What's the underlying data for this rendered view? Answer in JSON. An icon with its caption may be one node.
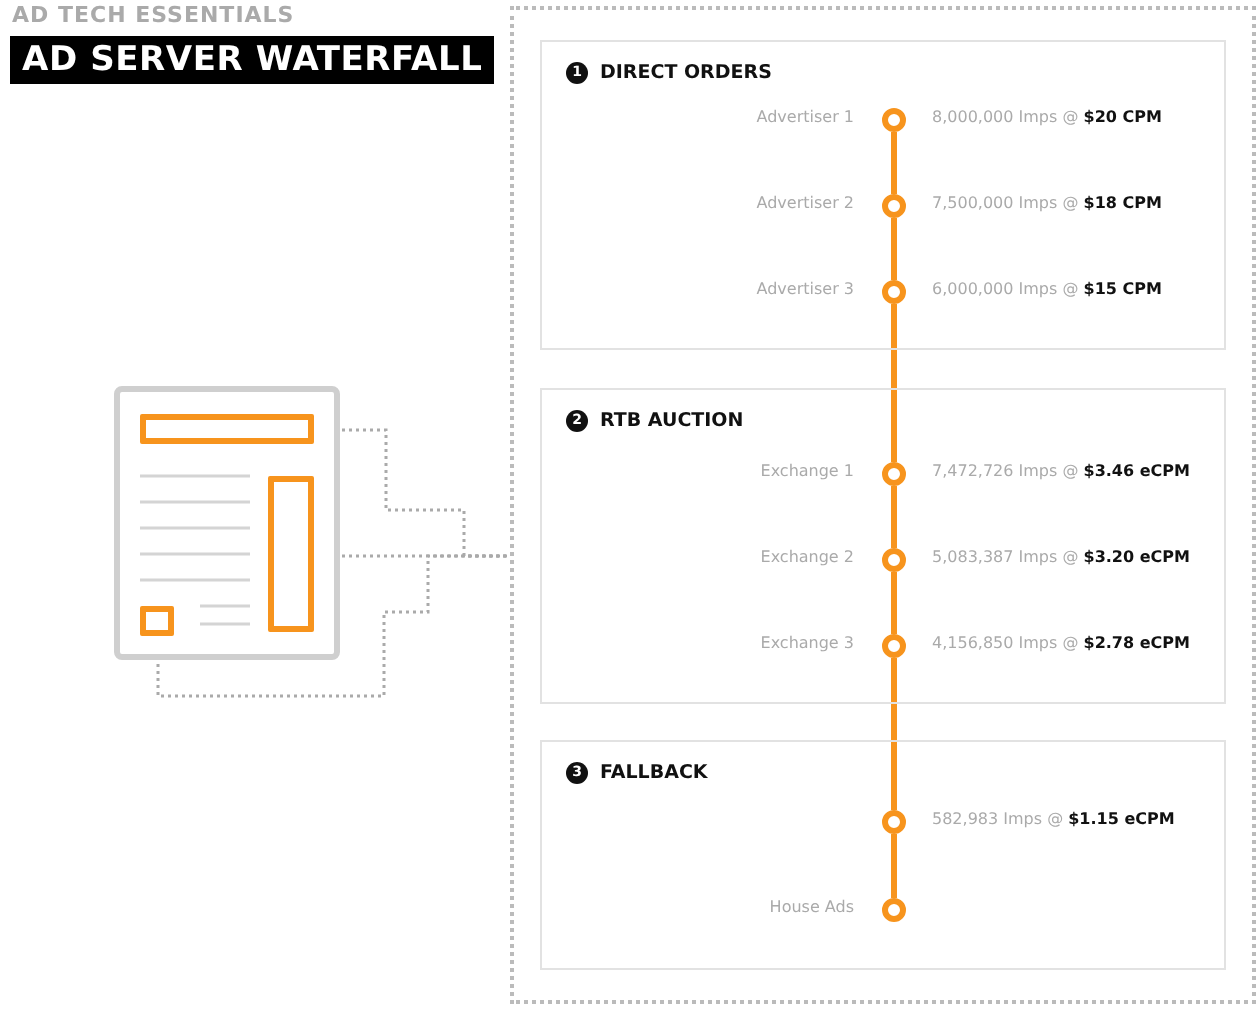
{
  "diagram": {
    "title": "AD SERVER WATERFALL",
    "nodes": [
      {
        "text": [],
        "shape": "box"
      },
      {
        "text": [
          "1",
          "DIRECT ORDERS"
        ],
        "in": 0
      },
      {
        "text": [],
        "shape": "circle",
        "in": 1,
        "beside": [
          "Advertiser 1",
          "8,000,000 Imps @ **$20 CPM**"
        ]
      },
      {
        "text": [],
        "shape": "circle",
        "in": 1,
        "beside": [
          "Advertiser 2",
          "7,500,000 Imps @ **$18 CPM**"
        ]
      },
      {
        "text": [],
        "shape": "circle",
        "in": 1,
        "beside": [
          "Advertiser 3",
          "6,000,000 Imps @ **$15 CPM**"
        ]
      },
      {
        "text": [
          "2",
          "RTB AUCTION"
        ],
        "in": 0
      },
      {
        "text": [],
        "shape": "circle",
        "in": 5,
        "beside": [
          "Exchange 1",
          "7,472,726 Imps @ **$3.46 eCPM**"
        ]
      },
      {
        "text": [],
        "shape": "circle",
        "in": 5,
        "beside": [
          "Exchange 2",
          "5,083,387 Imps @ **$3.20 eCPM**"
        ]
      },
      {
        "text": [],
        "shape": "circle",
        "in": 5,
        "beside": [
          "Exchange 3",
          "4,156,850 Imps @ **$2.78 eCPM**"
        ]
      },
      {
        "text": [
          "3",
          "FALLBACK"
        ],
        "in": 0
      },
      {
        "text": [],
        "shape": "circle",
        "in": 9,
        "beside": [
          "582,983 Imps @ **$1.15 eCPM**"
        ]
      },
      {
        "text": [],
        "shape": "circle",
        "in": 9,
        "beside": [
          "House Ads"
        ]
      },
      {
        "text": [],
        "shape": "picture"
      },
      {
        "text": [],
        "shape": "box",
        "in": 12
      },
      {
        "text": [],
        "shape": "box",
        "in": 12
      },
      {
        "text": [],
        "shape": "box",
        "in": 12
      }
    ],
    "edges": [
      {
        "from": 2,
        "to": 3,
        "arrow": "none"
      },
      {
        "from": 3,
        "to": 4,
        "arrow": "none"
      },
      {
        "from": 4,
        "to": 6,
        "arrow": "none"
      },
      {
        "from": 6,
        "to": 7,
        "arrow": "none"
      },
      {
        "from": 7,
        "to": 8,
        "arrow": "none"
      },
      {
        "from": 8,
        "to": 10,
        "arrow": "none"
      },
      {
        "from": 10,
        "to": 11,
        "arrow": "none"
      },
      {
        "from": 13,
        "to": 0,
        "arrow": "none",
        "style": "dashed",
        "color": "#aaaaaa"
      },
      {
        "from": 14,
        "to": 0,
        "arrow": "none",
        "style": "dashed",
        "color": "#aaaaaa"
      },
      {
        "from": 15,
        "to": 0,
        "arrow": "none",
        "style": "dashed",
        "color": "#aaaaaa"
      }
    ],
    "labels": [
      "AD TECH ESSENTIALS"
    ]
  }
}
